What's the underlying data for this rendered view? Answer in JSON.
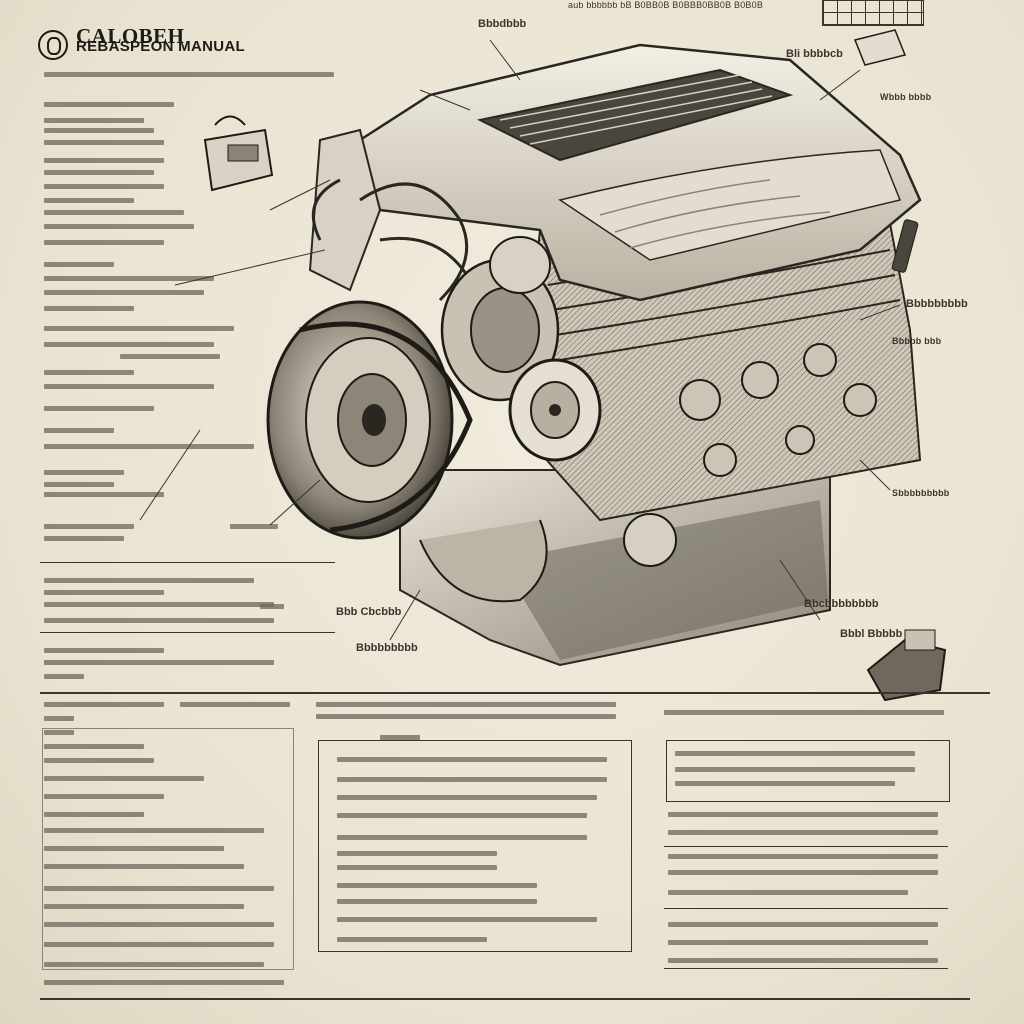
{
  "header": {
    "title": "CALOBEH",
    "subtitle": "REBASPEON MANUAL",
    "top_note": "aub bbbbbb bB B0BB0B B0BBB0BB0B B0B0B"
  },
  "callouts": {
    "top_center": "Bbbdbbb",
    "top_right": "Bli bbbbcb",
    "right_1": "Wbbb bbbb",
    "right_2": "Bbbbbbbbb",
    "right_3": "Bbbbb bbb",
    "right_4": "Sbbbbbbbbb",
    "bottom_label_1": "Bbcbbbbbbbb",
    "bottom_label_2": "Bbb Cbcbbb",
    "bottom_label_3": "Bbbbbbbbb",
    "bottom_right": "Bbbl Bbbbb"
  },
  "colors": {
    "paper": "#e9e4d4",
    "ink": "#2a2620"
  },
  "icons": [
    "logo-icon",
    "grid-icon",
    "engine-illustration",
    "reservoir-icon",
    "sensor-icon"
  ]
}
